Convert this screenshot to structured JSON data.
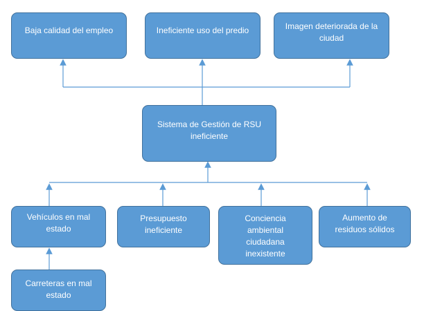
{
  "effects": [
    {
      "id": "efecto-1",
      "label": "Baja calidad del empleo"
    },
    {
      "id": "efecto-2",
      "label": "Ineficiente uso del predio"
    },
    {
      "id": "efecto-3",
      "label": "Imagen deteriorada de la ciudad"
    }
  ],
  "problem": {
    "label": "Sistema de Gestión de RSU ineficiente"
  },
  "causes": [
    {
      "id": "causa-1",
      "label": "Vehículos en mal estado"
    },
    {
      "id": "causa-2",
      "label": "Presupuesto ineficiente"
    },
    {
      "id": "causa-3",
      "label": "Conciencia ambiental ciudadana inexistente"
    },
    {
      "id": "causa-4",
      "label": "Aumento de residuos sólidos"
    }
  ],
  "sub_causes": [
    {
      "id": "subcausa-1",
      "label": "Carreteras en mal estado"
    }
  ],
  "colors": {
    "box_fill": "#5b9bd5",
    "box_border": "#41719c",
    "connector": "#5b9bd5",
    "text": "#ffffff"
  }
}
